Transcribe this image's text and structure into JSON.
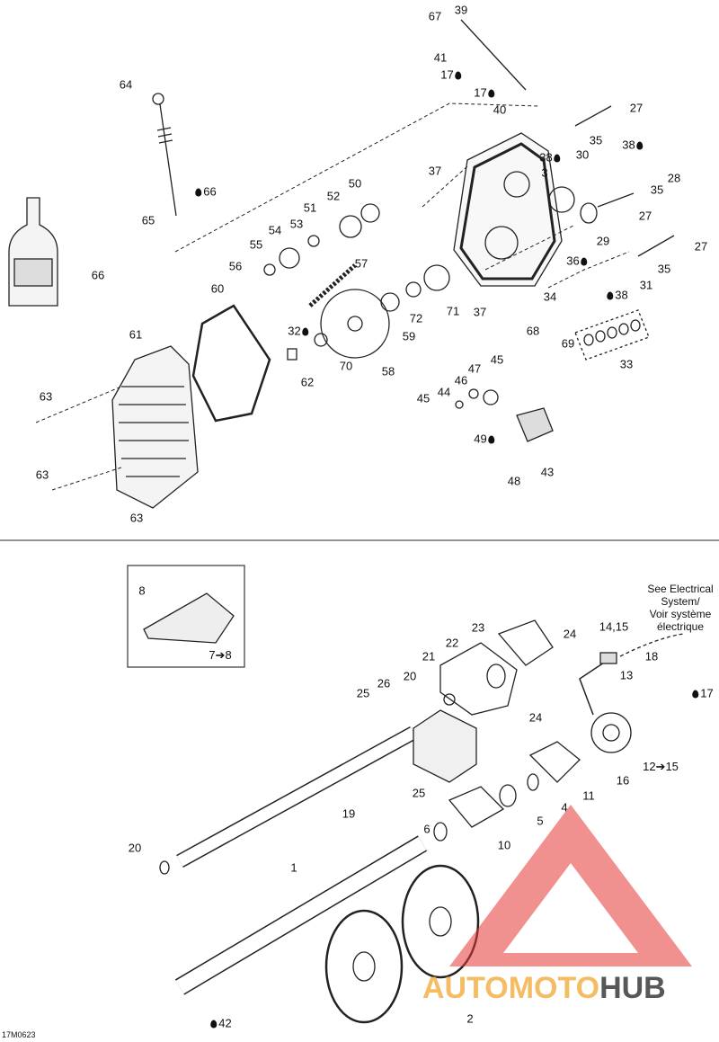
{
  "diagram_code": "17M0623",
  "electrical_note": {
    "line1": "See Electrical",
    "line2": "System/",
    "line3": "Voir système",
    "line4": "électrique"
  },
  "watermark": {
    "part1": "AUTOMOTO",
    "part2": "HUB"
  },
  "top_labels": [
    "67",
    "39",
    "41",
    "17",
    "17",
    "40",
    "27",
    "35",
    "30",
    "38",
    "38",
    "28",
    "35",
    "27",
    "29",
    "27",
    "35",
    "36",
    "31",
    "38",
    "33",
    "34",
    "3",
    "37",
    "37",
    "68",
    "69",
    "64",
    "66",
    "65",
    "66",
    "50",
    "52",
    "51",
    "53",
    "54",
    "55",
    "56",
    "57",
    "60",
    "59",
    "72",
    "71",
    "32",
    "70",
    "58",
    "62",
    "61",
    "63",
    "63",
    "63",
    "45",
    "47",
    "46",
    "44",
    "45",
    "49",
    "43",
    "48"
  ],
  "bottom_labels": [
    "8",
    "7➔8",
    "14,15",
    "13",
    "18",
    "17",
    "23",
    "24",
    "22",
    "21",
    "20",
    "26",
    "25",
    "24",
    "12➔15",
    "16",
    "11",
    "4",
    "5",
    "19",
    "25",
    "6",
    "10",
    "20",
    "1",
    "2",
    "42"
  ]
}
